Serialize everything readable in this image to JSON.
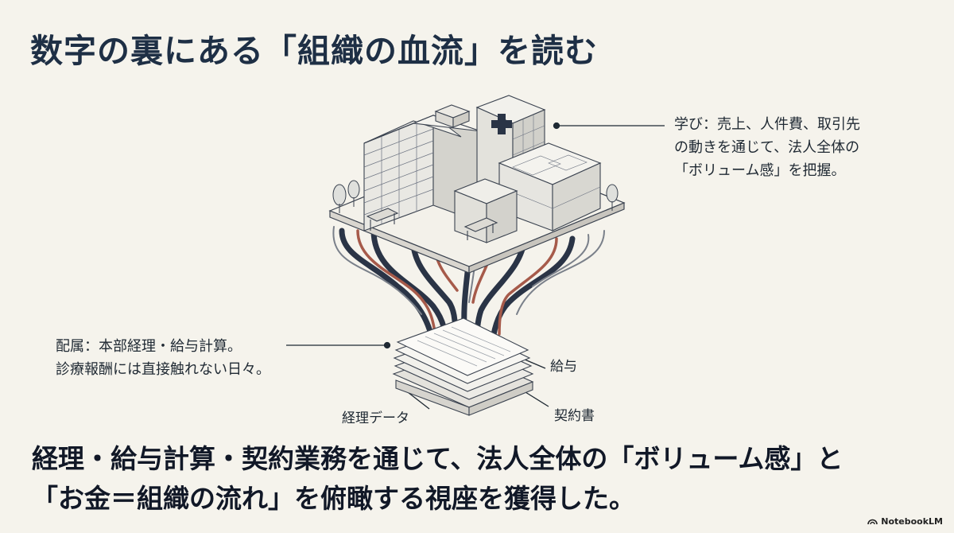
{
  "title": "数字の裏にある「組織の血流」を読む",
  "annotations": {
    "top_right": [
      "学び：売上、人件費、取引先",
      "の動きを通じて、法人全体の",
      "「ボリューム感」を把握。"
    ],
    "left": [
      "配属：本部経理・給与計算。",
      "診療報酬には直接触れない日々。"
    ]
  },
  "labels": {
    "kyuyo": "給与",
    "keiyaku": "契約書",
    "keiri": "経理データ"
  },
  "conclusion": [
    "経理・給与計算・契約業務を通じて、法人全体の「ボリューム感」と",
    "「お金＝組織の流れ」を俯瞰する視座を獲得した。"
  ],
  "brand": "NotebookLM",
  "colors": {
    "background": "#f5f3ec",
    "title": "#1e2f45",
    "navy_root": "#2a3446",
    "red_root": "#a65a4a",
    "gray_root": "#7a808a"
  }
}
